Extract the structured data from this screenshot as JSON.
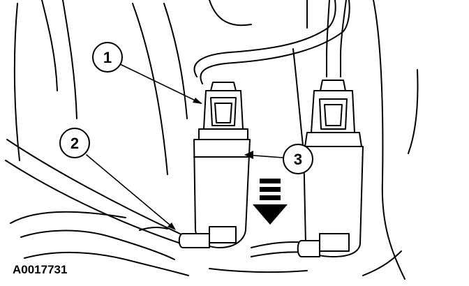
{
  "figure": {
    "id": "A0017731",
    "callouts": [
      "1",
      "2",
      "3"
    ]
  }
}
